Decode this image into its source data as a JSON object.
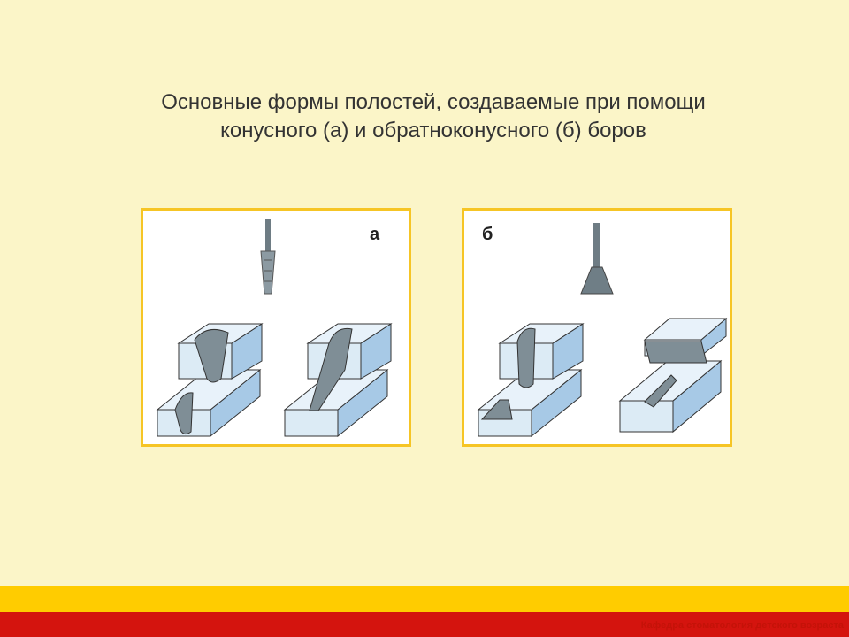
{
  "slide": {
    "title_line1": "Основные формы полостей, создаваемые при помощи",
    "title_line2": "конусного (а) и обратноконусного (б) боров",
    "footer_text": "Кафедра стоматология детского возраста"
  },
  "panels": [
    {
      "label": "а",
      "bur_shape": "cone"
    },
    {
      "label": "б",
      "bur_shape": "inverted-cone"
    }
  ],
  "colors": {
    "background": "#FBF5C8",
    "panel_border": "#F6C525",
    "footer_yellow": "#FFCC00",
    "footer_red": "#D4140E",
    "block_face": "#DCEBF5",
    "block_side": "#A7C9E6",
    "cavity": "#7F8E96"
  }
}
